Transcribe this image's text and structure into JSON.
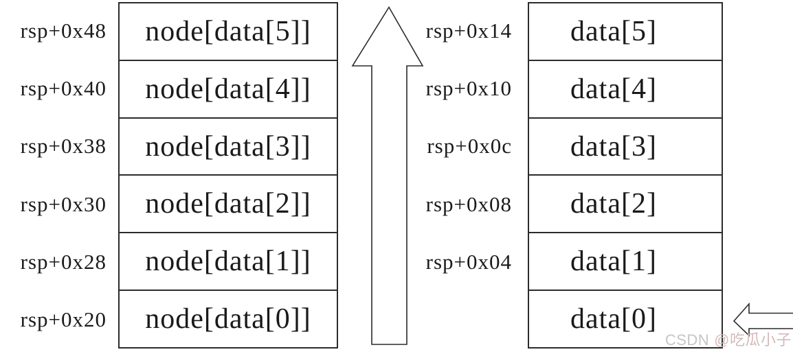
{
  "diagram": {
    "description": "stack memory layout diagram",
    "left_stack": {
      "rows": [
        {
          "offset": "rsp+0x48",
          "value": "node[data[5]]"
        },
        {
          "offset": "rsp+0x40",
          "value": "node[data[4]]"
        },
        {
          "offset": "rsp+0x38",
          "value": "node[data[3]]"
        },
        {
          "offset": "rsp+0x30",
          "value": "node[data[2]]"
        },
        {
          "offset": "rsp+0x28",
          "value": "node[data[1]]"
        },
        {
          "offset": "rsp+0x20",
          "value": "node[data[0]]"
        }
      ]
    },
    "right_stack": {
      "rows": [
        {
          "offset": "rsp+0x14",
          "value": "data[5]"
        },
        {
          "offset": "rsp+0x10",
          "value": "data[4]"
        },
        {
          "offset": "rsp+0x0c",
          "value": "data[3]"
        },
        {
          "offset": "rsp+0x08",
          "value": "data[2]"
        },
        {
          "offset": "rsp+0x04",
          "value": "data[1]"
        },
        {
          "offset": "",
          "value": "data[0]"
        }
      ]
    },
    "arrows": {
      "up_arrow": "upward block arrow between stacks",
      "left_arrow": "left block arrow pointing at data[0]"
    }
  },
  "watermark": {
    "site": "CSDN",
    "author": "@吃瓜小子"
  },
  "colors": {
    "background": "#ffffff",
    "text": "#1a1a1a",
    "border": "#2b2b2b",
    "watermark_site": "#c7c5c5",
    "watermark_author": "#d4b9b9"
  }
}
